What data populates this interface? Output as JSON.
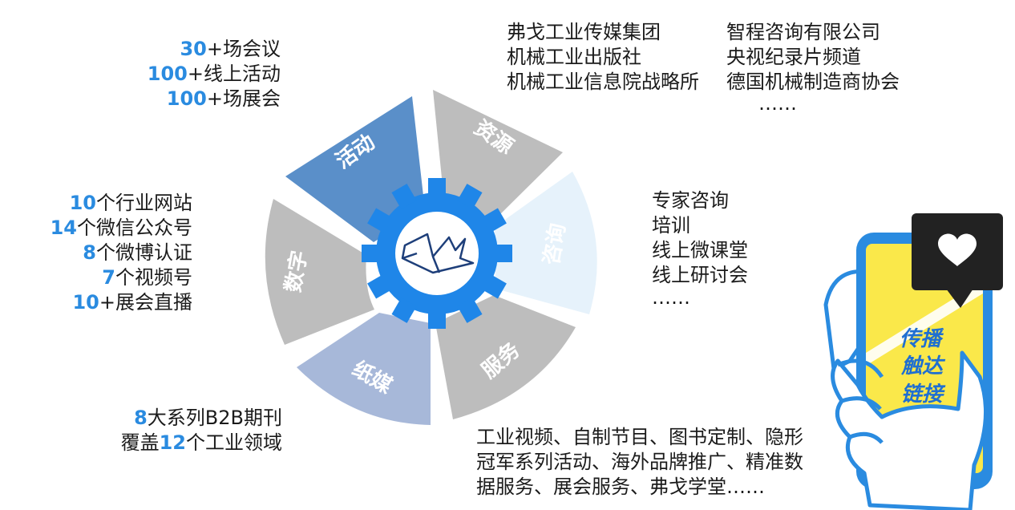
{
  "top_left": {
    "lines": [
      {
        "num": "30",
        "text": "+场会议"
      },
      {
        "num": "100",
        "text": "+线上活动"
      },
      {
        "num": "100",
        "text": "+场展会"
      }
    ]
  },
  "left_middle": {
    "lines": [
      {
        "num": "10",
        "text": "个行业网站"
      },
      {
        "num": "14",
        "text": "个微信公众号"
      },
      {
        "num": "8",
        "text": "个微博认证"
      },
      {
        "num": "7",
        "text": "个视频号"
      },
      {
        "num": "10",
        "text": "+展会直播"
      }
    ]
  },
  "bottom_left": {
    "line1_num": "8",
    "line1_text": "大系列B2B期刊",
    "line2_prefix": "覆盖",
    "line2_num": "12",
    "line2_text": "个工业领域"
  },
  "top_right": {
    "col1": [
      "弗戈工业传媒集团",
      "机械工业出版社",
      "机械工业信息院战略所"
    ],
    "col2": [
      "智程咨询有限公司",
      "央视纪录片频道",
      "德国机械制造商协会",
      "……"
    ]
  },
  "right_middle": {
    "lines": [
      "专家咨询",
      "培训",
      "线上微课堂",
      "线上研讨会",
      "……"
    ]
  },
  "bottom_right": {
    "lines": [
      "工业视频、自制节目、图书定制、隐形",
      "冠军系列活动、海外品牌推广、精准数",
      "据服务、展会服务、弗戈学堂……"
    ]
  },
  "segments": {
    "activity": "活动",
    "resources": "资源",
    "consulting": "咨询",
    "service": "服务",
    "print": "纸媒",
    "digital": "数字"
  },
  "phone": {
    "lines": [
      "传播",
      "触达",
      "链接"
    ]
  },
  "colors": {
    "activity": "#5a8fc9",
    "gray": "#bdbdbd",
    "consulting": "#e6f2fb",
    "print": "#a7b8d9",
    "gear": "#1f86e8",
    "phone_blue": "#2a8be0",
    "phone_screen": "#fae84a",
    "accent_num": "#2a8be0"
  },
  "icons": [
    "gear-icon",
    "bird-logo-icon",
    "heart-icon",
    "phone-icon"
  ]
}
